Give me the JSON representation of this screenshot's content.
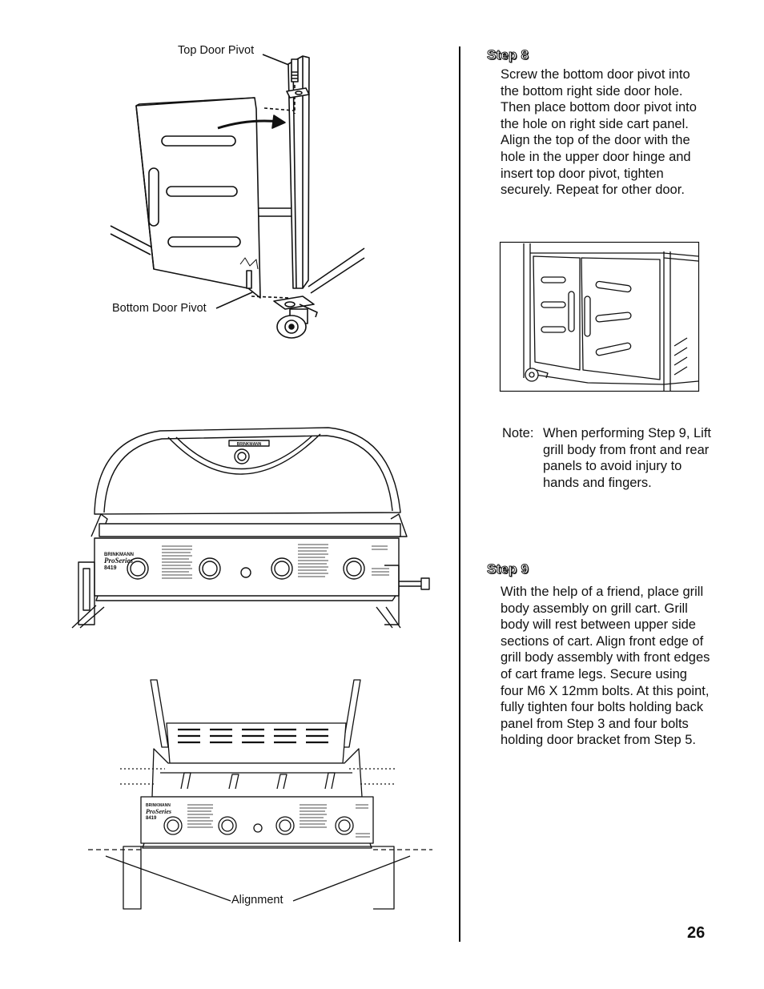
{
  "figure1": {
    "label_top": "Top Door Pivot",
    "label_bottom": "Bottom Door Pivot"
  },
  "step8": {
    "heading": "Step 8",
    "body": "Screw the bottom door pivot into the bottom right side door hole. Then place bottom door pivot into the hole on right side cart panel. Align the top of the door with the hole in the upper door hinge and insert top door pivot, tighten securely. Repeat for other door."
  },
  "note": {
    "label": "Note:",
    "text": "When performing Step 9, Lift grill body from front and rear panels to avoid injury to hands and fingers."
  },
  "figure2": {
    "brand": "BRINKMANN",
    "series": "ProSeries",
    "model": "8419"
  },
  "figure3": {
    "label_alignment": "Alignment",
    "brand": "BRINKMANN",
    "series": "ProSeries",
    "model": "8419"
  },
  "step9": {
    "heading": "Step 9",
    "body": "With the help of a friend, place grill body assembly on grill cart. Grill body will rest between upper side sections of cart. Align front edge of grill body assembly with front edges of cart frame legs. Secure using four M6 X 12mm bolts. At this point, fully tighten four bolts holding back panel from Step 3 and four bolts holding door bracket from Step 5."
  },
  "page": {
    "number": "26"
  }
}
